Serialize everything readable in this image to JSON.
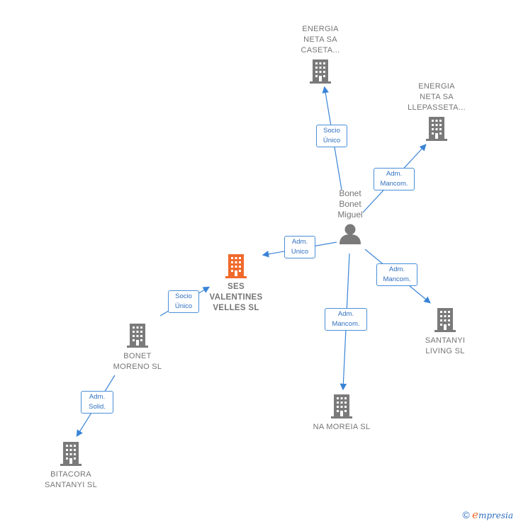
{
  "colors": {
    "building_gray": "#7a7a7a",
    "building_main": "#f06a2c",
    "edge_blue": "#3a84d6"
  },
  "person": {
    "name_line1": "Bonet",
    "name_line2": "Bonet",
    "name_line3": "Miguel"
  },
  "companies": {
    "energia_caseta": {
      "line1": "ENERGIA",
      "line2": "NETA SA",
      "line3": "CASETA..."
    },
    "energia_llepasseta": {
      "line1": "ENERGIA",
      "line2": "NETA SA",
      "line3": "LLEPASSETA..."
    },
    "ses_valentines": {
      "line1": "SES",
      "line2": "VALENTINES",
      "line3": "VELLES SL"
    },
    "bonet_moreno": {
      "line1": "BONET",
      "line2": "MORENO SL"
    },
    "santanyi_living": {
      "line1": "SANTANYI",
      "line2": "LIVING SL"
    },
    "na_moreia": {
      "line1": "NA MOREIA SL"
    },
    "bitacora": {
      "line1": "BITACORA",
      "line2": "SANTANYI SL"
    }
  },
  "edges": {
    "socio_unico_caseta": {
      "line1": "Socio",
      "line2": "Único"
    },
    "adm_mancom_llepasseta": {
      "line1": "Adm.",
      "line2": "Mancom."
    },
    "adm_unico_ses": {
      "line1": "Adm.",
      "line2": "Unico"
    },
    "adm_mancom_santanyi": {
      "line1": "Adm.",
      "line2": "Mancom."
    },
    "adm_mancom_namoreia": {
      "line1": "Adm.",
      "line2": "Mancom."
    },
    "socio_unico_ses": {
      "line1": "Socio",
      "line2": "Único"
    },
    "adm_solid_bitacora": {
      "line1": "Adm.",
      "line2": "Solid."
    }
  },
  "footer": {
    "copyright": "©",
    "brand_initial": "e",
    "brand_rest": "mpresia"
  }
}
